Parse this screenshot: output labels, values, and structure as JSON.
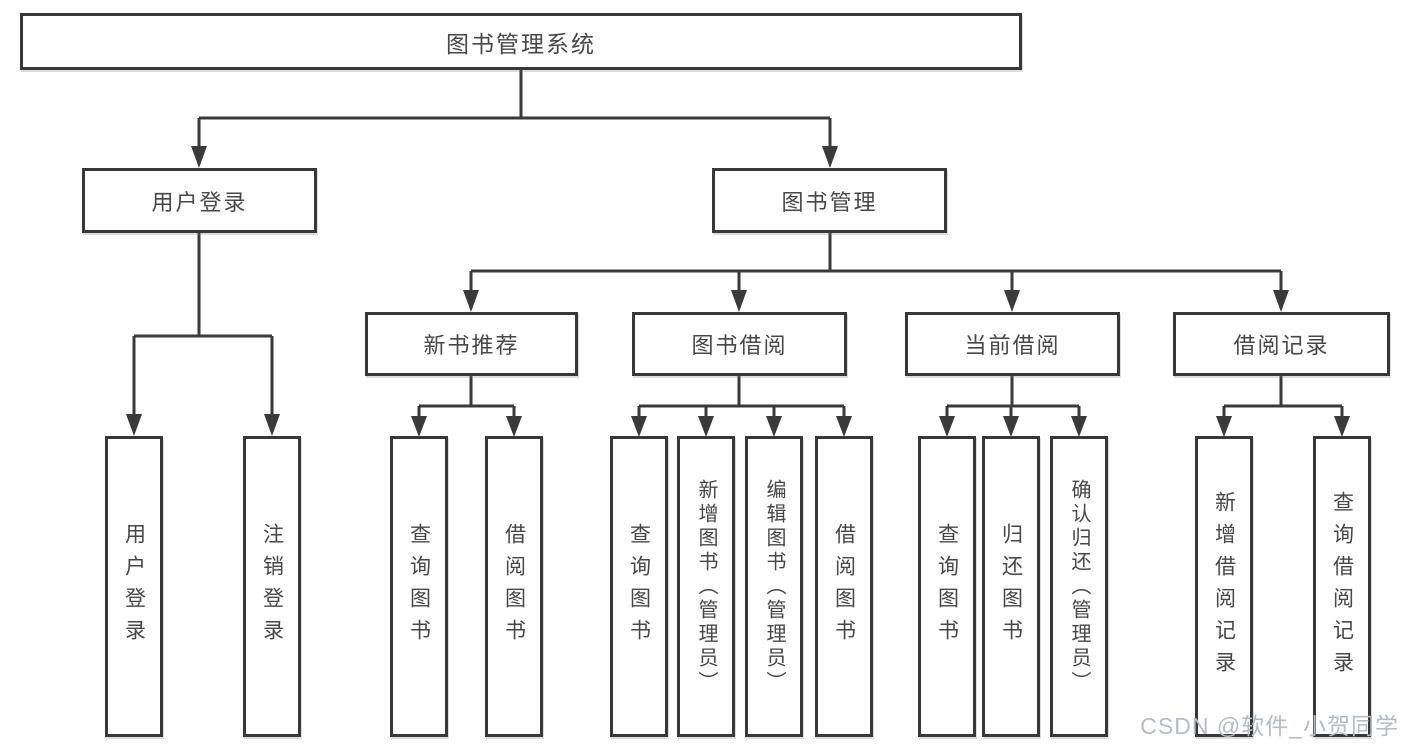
{
  "diagram": {
    "root": {
      "label": "图书管理系统"
    },
    "level2": [
      {
        "label": "用户登录"
      },
      {
        "label": "图书管理"
      }
    ],
    "level3": [
      {
        "label": "新书推荐"
      },
      {
        "label": "图书借阅"
      },
      {
        "label": "当前借阅"
      },
      {
        "label": "借阅记录"
      }
    ],
    "leaves": [
      {
        "label": "用户登录"
      },
      {
        "label": "注销登录"
      },
      {
        "label": "查询图书"
      },
      {
        "label": "借阅图书"
      },
      {
        "label": "查询图书"
      },
      {
        "label": "新增图书（管理员）"
      },
      {
        "label": "编辑图书（管理员）"
      },
      {
        "label": "借阅图书"
      },
      {
        "label": "查询图书"
      },
      {
        "label": "归还图书"
      },
      {
        "label": "确认归还（管理员）"
      },
      {
        "label": "新增借阅记录"
      },
      {
        "label": "查询借阅记录"
      }
    ]
  },
  "watermark": {
    "text": "CSDN @软件_小贺同学"
  },
  "colors": {
    "line": "#3a3a3a",
    "box_border": "#383838",
    "text": "#474747",
    "watermark": "#b7bbc2",
    "background": "#ffffff"
  }
}
